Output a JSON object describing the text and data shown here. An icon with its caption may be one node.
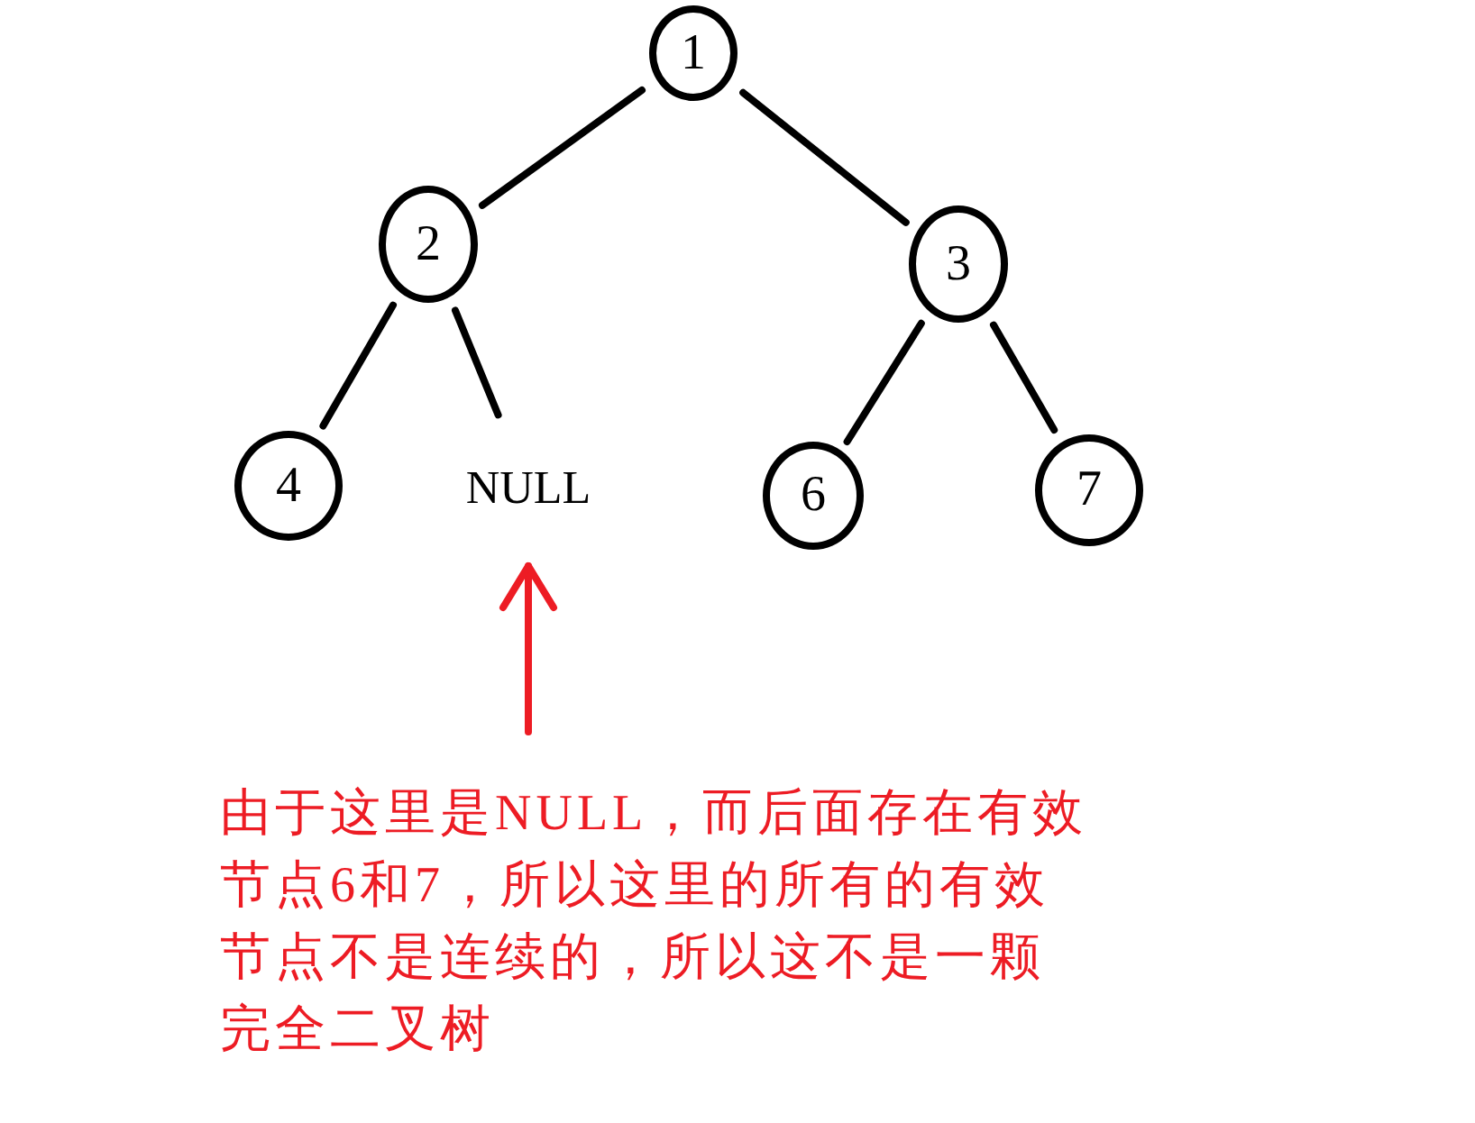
{
  "diagram": {
    "nodes": [
      {
        "text": [
          "1"
        ]
      },
      {
        "text": [
          "2"
        ]
      },
      {
        "text": [
          "3"
        ]
      },
      {
        "text": [
          "4"
        ]
      },
      {
        "text": [
          "NULL"
        ]
      },
      {
        "text": [
          "6"
        ]
      },
      {
        "text": [
          "7"
        ]
      },
      {
        "text": [
          "由于这里是NULL，而后面存在有效节点6和7，所以这里的所有的有效节点不是连续的，所以这不是一颗完全二叉树"
        ]
      }
    ],
    "edges": [
      {
        "from": 0,
        "to": 1,
        "arrow": "none"
      },
      {
        "from": 0,
        "to": 2,
        "arrow": "none"
      },
      {
        "from": 1,
        "to": 3,
        "arrow": "none"
      },
      {
        "from": 1,
        "to": 4,
        "arrow": "none"
      },
      {
        "from": 2,
        "to": 5,
        "arrow": "none"
      },
      {
        "from": 2,
        "to": 6,
        "arrow": "none"
      },
      {
        "from": 7,
        "to": 4,
        "arrow": "to",
        "color": "#ed1c24"
      }
    ]
  }
}
